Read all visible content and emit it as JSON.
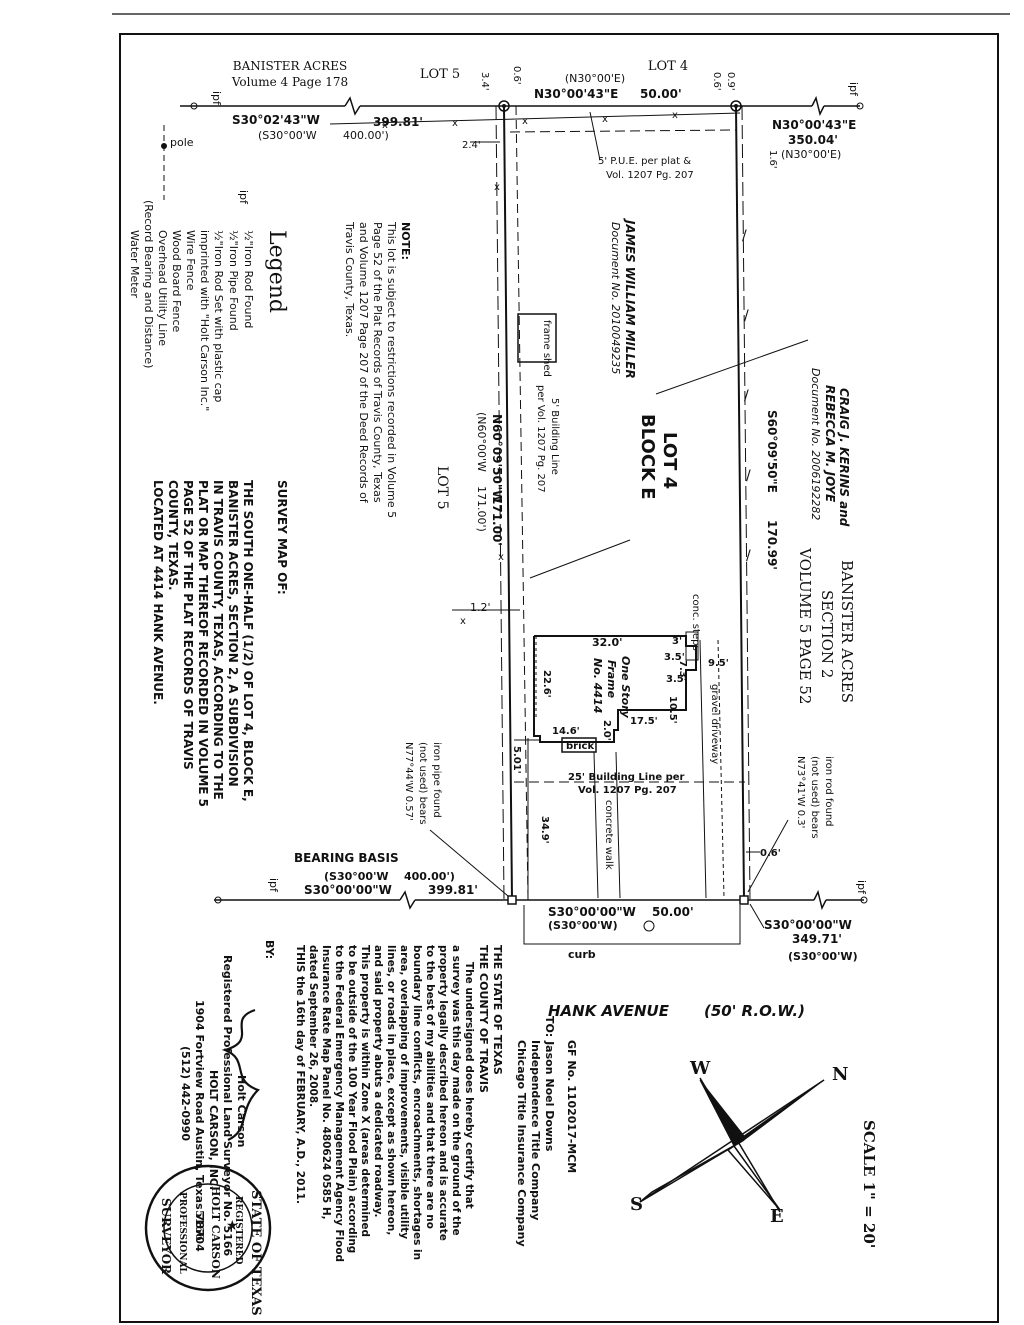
{
  "header": {
    "subdivision_name": "BANISTER ACRES",
    "subdivision_volume": "Volume 4 Page 178",
    "lot5_top": "LOT 5",
    "lot4_top": "LOT 4"
  },
  "top_dims": {
    "d34": "3.4'",
    "d06a": "0.6'",
    "d06b": "0.6'",
    "d09": "0.9'",
    "record_bearing": "(N30°00'E)",
    "bearing": "N30°00'43\"E",
    "dist": "50.00'",
    "left_bearing": "S30°02'43\"W",
    "left_dist": "399.81'",
    "left_record": "(S30°00'W",
    "left_record_dist": "400.00')",
    "right_bearing": "N30°00'43\"E",
    "right_dist": "350.04'",
    "right_record": "(N30°00'E)",
    "d24": "2.4'",
    "d16": "1.6'",
    "pue1": "5' P.U.E. per plat &",
    "pue2": "Vol. 1207 Pg. 207",
    "ipf_left": "ipf",
    "ipf_right": "ipf"
  },
  "legend": {
    "title": "Legend",
    "items": [
      "½\"Iron Rod Found",
      "½\"Iron Pipe Found",
      "½\"Iron Rod Set with plastic cap",
      "imprinted with \"Holt Carson Inc.\"",
      "Wire Fence",
      "Wood Board Fence",
      "Overhead Utility Line",
      "(Record Bearing and Distance)",
      "Water Meter"
    ],
    "pole": "pole",
    "ipf": "ipf"
  },
  "note": {
    "lines": [
      "NOTE:",
      "This lot is subject to restrictions recorded in Volume 5",
      "Page 52 of the Plat Records of Travis County, Texas",
      "and Volume 1207 Page 207 of the Deed Records of",
      "Travis County, Texas."
    ]
  },
  "owners": {
    "west_name": "JAMES WILLIAM MILLER",
    "west_doc": "Document No. 2010049235",
    "east_name": "CRAIG J. KERINS and",
    "east_name2": "REBECCA M. JOYE",
    "east_doc": "Document No. 2006192282"
  },
  "lot": {
    "lot": "LOT 4",
    "block": "BLOCK E",
    "lot5_side": "LOT 5",
    "frame_shed": "frame shed",
    "bldg_line_side1": "5' Building Line",
    "bldg_line_side2": "per Vol. 1207 Pg. 207",
    "west_bearing": "N60°09'50\"W",
    "west_dist": "171.00'",
    "west_record": "(N60°00'W",
    "west_record_dist": "171.00')",
    "east_bearing": "S60°09'50\"E",
    "east_dist": "170.99'",
    "d12": "1.2'"
  },
  "subdivision_block": {
    "l1": "BANISTER ACRES",
    "l2": "SECTION 2",
    "l3": "VOLUME 5 PAGE 52"
  },
  "house": {
    "conc_steps": "conc. steps",
    "d320": "32.0'",
    "d3": "3'",
    "d35a": "3.5'",
    "d73": "7.3'",
    "d35b": "3.5'",
    "d95": "9.5'",
    "d105": "10.5'",
    "d175": "17.5'",
    "d20": "2.0'",
    "d146": "14.6'",
    "d226": "22.6'",
    "one_story": "One Story",
    "frame": "Frame",
    "no": "No. 4414",
    "brick": "brick",
    "gravel": "gravel driveway",
    "bldg25_1": "25' Building Line per",
    "bldg25_2": "Vol. 1207 Pg. 207",
    "concrete_walk": "concrete walk",
    "d349": "34.9'",
    "d501": "5.01'",
    "iron_rod1": "iron rod found",
    "iron_rod2": "(not used) bears",
    "iron_rod3": "N73°41'W 0.3'",
    "iron_pipe1": "iron pipe found",
    "iron_pipe2": "(not used) bears",
    "iron_pipe3": "N77°44'W 0.57'",
    "d06c": "0.6'"
  },
  "bottom_dims": {
    "bearing_basis": "BEARING BASIS",
    "bb_record": "(S30°00'W",
    "bb_record_dist": "400.00')",
    "bb_bearing": "S30°00'00\"W",
    "bb_dist": "399.81'",
    "front_bearing": "S30°00'00\"W",
    "front_dist": "50.00'",
    "front_record": "(S30°00'W)",
    "right_bearing": "S30°00'00\"W",
    "right_dist": "349.71'",
    "right_record": "(S30°00'W)",
    "curb": "curb",
    "ipf_left": "ipf",
    "ipf_right": "ipf",
    "street": "HANK AVENUE",
    "row": "(50' R.O.W.)"
  },
  "survey_map": {
    "title": "SURVEY MAP OF:",
    "lines": [
      "THE SOUTH ONE-HALF (1/2) OF LOT 4, BLOCK E,",
      "BANISTER ACRES, SECTION 2, A SUBDIVISION",
      "IN TRAVIS COUNTY, TEXAS, ACCORDING TO THE",
      "PLAT OR MAP THEREOF RECORDED IN VOLUME 5",
      "PAGE 52 OF THE PLAT RECORDS OF TRAVIS",
      "COUNTY, TEXAS.",
      "LOCATED AT 4414 HANK AVENUE."
    ]
  },
  "certificate": {
    "gf": "GF No. 1102017-MCM",
    "to_lines": [
      "TO: Jason Noel Downs",
      "Independence Title Company",
      "Chicago Title Insurance Company"
    ],
    "state": "THE STATE OF TEXAS",
    "county": "THE COUNTY OF TRAVIS",
    "body": [
      "The undersigned does hereby certify that",
      "a survey was this day made on the ground of the",
      "property legally described hereon and is accurate",
      "to the best of my abilities and that there are no",
      "boundary line conflicts, encroachments, shortages in",
      "area, overlapping of improvements, visible utility",
      "lines, or roads in place, except as shown hereon,",
      "and said property abuts a dedicated roadway.",
      "This property is within Zone X (areas determined",
      "to be outside of the 100 Year Flood Plain) according",
      "to the Federal Emergency Management Agency Flood",
      "Insurance Rate Map Panel No. 480624 0585 H,",
      "dated September 26, 2008.",
      "THIS the 16th day of FEBRUARY, A.D., 2011."
    ],
    "by": "BY:",
    "signer_lines": [
      "Holt Carson",
      "Registered Professional Land Surveyor No. 5166",
      "HOLT CARSON, INC.",
      "1904 Fortview Road Austin, Texas 78704",
      "(512) 442-0990"
    ]
  },
  "seal": {
    "top": "STATE OF TEXAS",
    "registered": "REGISTERED",
    "name": "HOLT CARSON",
    "num": "5166",
    "prof": "PROFESSIONAL",
    "surveyor": "SURVEYOR"
  },
  "compass": {
    "n": "N",
    "e": "E",
    "s": "S",
    "w": "W"
  },
  "scale": "SCALE 1\" = 20'"
}
